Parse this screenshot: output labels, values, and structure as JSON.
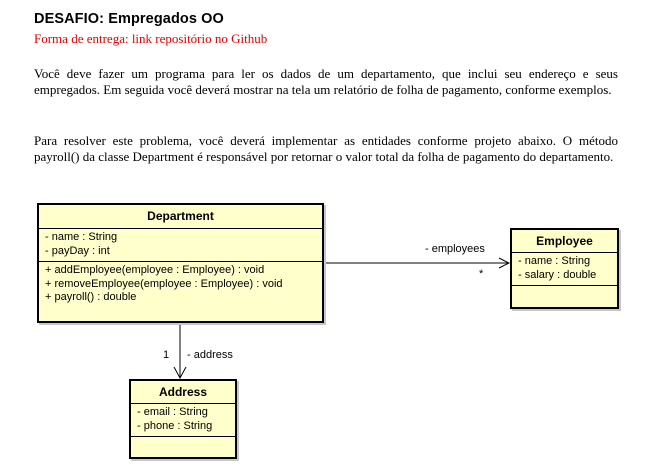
{
  "title": "DESAFIO: Empregados OO",
  "subtitle": "Forma de entrega: link repositório no Github",
  "paragraph1": "Você deve fazer um programa para ler os dados de um departamento, que inclui seu endereço e seus empregados. Em seguida você deverá mostrar na tela um relatório de folha de pagamento, conforme exemplos.",
  "paragraph2": "Para resolver este problema, você deverá implementar as entidades conforme projeto abaixo. O método payroll() da classe Department é responsável por retornar o valor total da folha de pagamento do departamento.",
  "diagram": {
    "department": {
      "name": "Department",
      "attributes": [
        "- name : String",
        "- payDay : int"
      ],
      "methods": [
        "+ addEmployee(employee : Employee) : void",
        "+ removeEmployee(employee : Employee) : void",
        "+ payroll() : double"
      ]
    },
    "employee": {
      "name": "Employee",
      "attributes": [
        "- name : String",
        "- salary : double"
      ]
    },
    "address": {
      "name": "Address",
      "attributes": [
        "- email : String",
        "- phone : String"
      ]
    },
    "assoc_employees": {
      "role": "- employees",
      "multiplicity": "*"
    },
    "assoc_address": {
      "role": "- address",
      "multiplicity": "1"
    }
  }
}
